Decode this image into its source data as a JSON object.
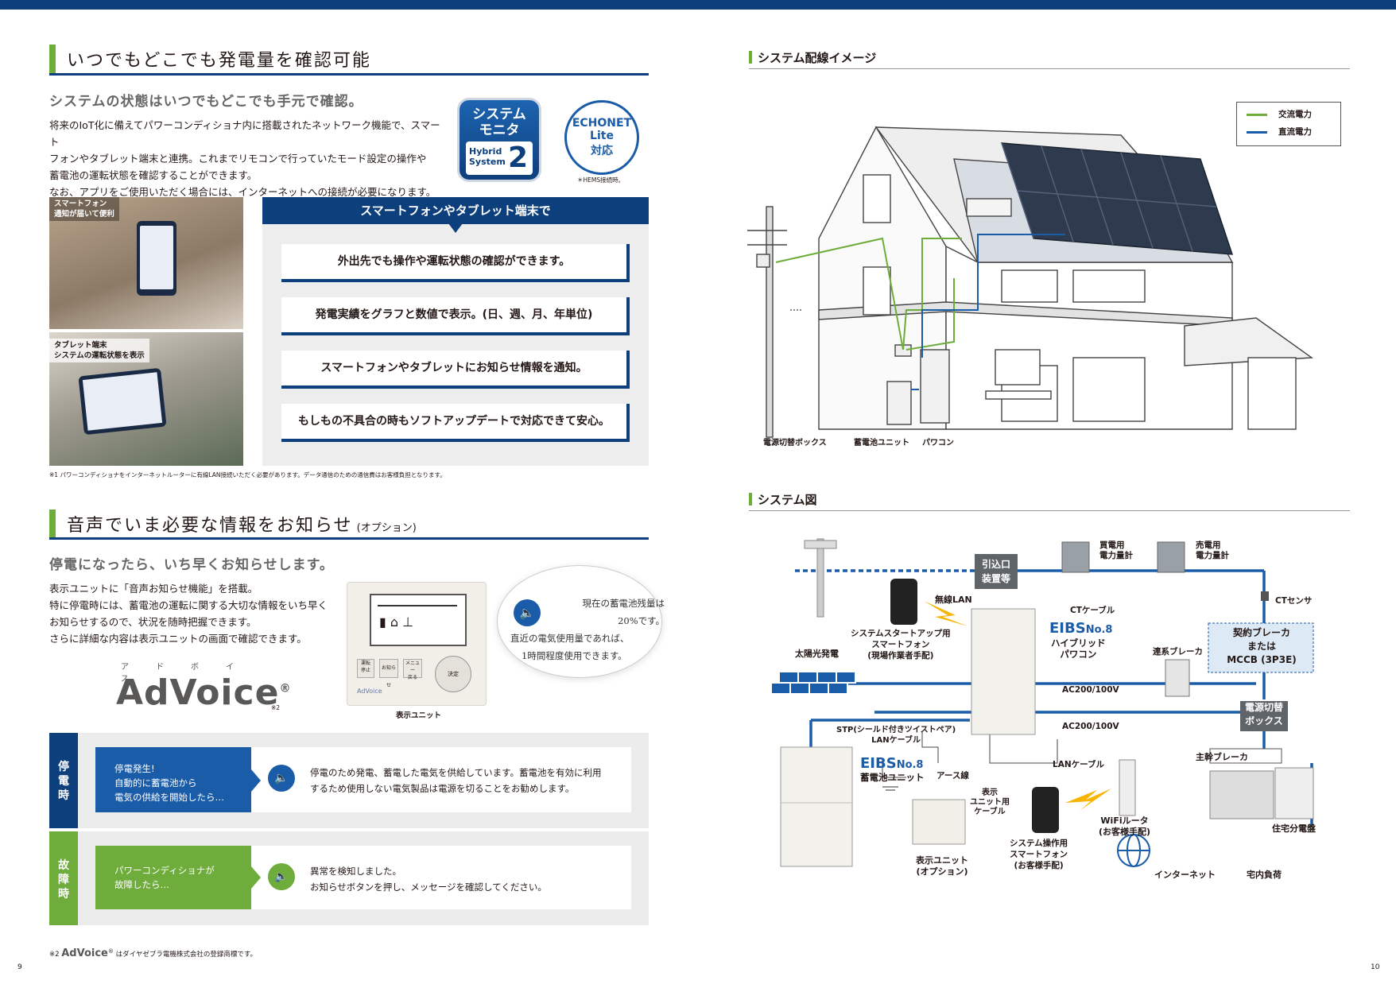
{
  "colors": {
    "navy": "#0d3f7d",
    "green": "#6eac3b",
    "ac_line": "#6eac3b",
    "dc_line": "#1a5ca8"
  },
  "left": {
    "h1": "いつでもどこでも発電量を確認可能",
    "sub1": "システムの状態はいつでもどこでも手元で確認。",
    "para1": [
      "将来のIoT化に備えてパワーコンディショナ内に搭載されたネットワーク機能で、スマート",
      "フォンやタブレット端末と連携。これまでリモコンで行っていたモード設定の操作や",
      "蓄電池の運転状態を確認することができます。",
      "なお、アプリをご使用いただく場合には、インターネットへの接続が必要になります。※1"
    ],
    "badge": {
      "line1": "システム",
      "line2": "モニタ",
      "hyb1": "Hybrid",
      "hyb2": "System",
      "num": "2"
    },
    "echonet": {
      "l1": "ECHONET",
      "l2": "Lite",
      "l3": "対応",
      "note": "＊HEMS接続時。"
    },
    "photo1": {
      "l1": "スマートフォン",
      "l2": "通知が届いて便利"
    },
    "photo2": {
      "l1": "タブレット端末",
      "l2": "システムの運転状態を表示"
    },
    "panel": {
      "title": "スマートフォンやタブレット端末で",
      "items": [
        "外出先でも操作や運転状態の確認ができます。",
        "発電実績をグラフと数値で表示。(日、週、月、年単位)",
        "スマートフォンやタブレットにお知らせ情報を通知。",
        "もしもの不具合の時もソフトアップデートで対応できて安心。"
      ]
    },
    "note1": "※1 パワーコンディショナをインターネットルーターに有線LAN接続いただく必要があります。データ通信のための通信費はお客様負担となります。",
    "h2": "音声でいま必要な情報をお知らせ",
    "h2_opt": "(オプション)",
    "sub2": "停電になったら、いち早くお知らせします。",
    "para2": [
      "表示ユニットに「音声お知らせ機能」を搭載。",
      "特に停電時には、蓄電池の運転に関する大切な情報をいち早く",
      "お知らせするので、状況を随時把握できます。",
      "さらに詳細な内容は表示ユニットの画面で確認できます。"
    ],
    "adv_kana": [
      "ア",
      "ド",
      "ボ",
      "イ",
      "ス"
    ],
    "adv_logo": "AdVoice",
    "adv_mark": "®",
    "adv_note": "※2",
    "display_unit": {
      "caption": "表示ユニット",
      "btn1a": "運転",
      "btn1b": "停止",
      "btn2": "お知らせ",
      "btn3a": "メニュー",
      "btn3b": "戻る",
      "ok": "決定",
      "brand": "AdVoice"
    },
    "cloud": [
      "現在の蓄電池残量は",
      "20%です。",
      "直近の電気使用量であれば、",
      "1時間程度使用できます。"
    ],
    "row1": {
      "side": [
        "停",
        "電",
        "時"
      ],
      "cond": [
        "停電発生!",
        "自動的に蓄電池から",
        "電気の供給を開始したら…"
      ],
      "msg": [
        "停電のため発電、蓄電した電気を供給しています。蓄電池を有効に利用",
        "するため使用しない電気製品は電源を切ることをお勧めします。"
      ]
    },
    "row2": {
      "side": [
        "故",
        "障",
        "時"
      ],
      "cond": [
        "パワーコンディショナが",
        "故障したら…"
      ],
      "msg": [
        "異常を検知しました。",
        "お知らせボタンを押し、メッセージを確認してください。"
      ]
    },
    "note2_prefix": "※2",
    "note2_text": "はダイヤゼブラ電機株式会社の登録商標です。",
    "page": "9"
  },
  "right": {
    "h_wiring": "システム配線イメージ",
    "legend": {
      "ac": "交流電力",
      "dc": "直流電力"
    },
    "house_labels": {
      "box": "電源切替ボックス",
      "battery": "蓄電池ユニット",
      "pcs": "パワコン"
    },
    "h_system": "システム図",
    "sys": {
      "intake1": "引込口",
      "intake2": "装置等",
      "buy1": "買電用",
      "buy2": "電力量計",
      "sell1": "売電用",
      "sell2": "電力量計",
      "ct_sensor": "CTセンサ",
      "ct_cable": "CTケーブル",
      "wireless": "無線LAN",
      "startup1": "システムスタートアップ用",
      "startup2": "スマートフォン",
      "startup3": "(現場作業者手配)",
      "pv": "太陽光発電",
      "eibs_pcs": "EIBS",
      "eibs_no": "No.8",
      "pcs1": "ハイブリッド",
      "pcs2": "パワコン",
      "grid_breaker": "連系ブレーカ",
      "contract1": "契約ブレーカ",
      "contract2": "または",
      "contract3": "MCCB (3P3E)",
      "ac1": "AC200/100V",
      "ac2": "AC200/100V",
      "switch1": "電源切替",
      "switch2": "ボックス",
      "stp1": "STP(シールド付きツイストペア)",
      "stp2": "LANケーブル",
      "batt_eibs": "EIBS",
      "batt_no": "No.8",
      "batt": "蓄電池ユニット",
      "earth": "アース線",
      "lan_cable": "LANケーブル",
      "disp_cable1": "表示",
      "disp_cable2": "ユニット用",
      "disp_cable3": "ケーブル",
      "main_breaker": "主幹ブレーカ",
      "wifi1": "WiFiルータ",
      "wifi2": "(お客様手配)",
      "op1": "システム操作用",
      "op2": "スマートフォン",
      "op3": "(お客様手配)",
      "disp1": "表示ユニット",
      "disp2": "(オプション)",
      "internet": "インターネット",
      "panelboard": "住宅分電盤",
      "load": "宅内負荷"
    },
    "page": "10"
  }
}
